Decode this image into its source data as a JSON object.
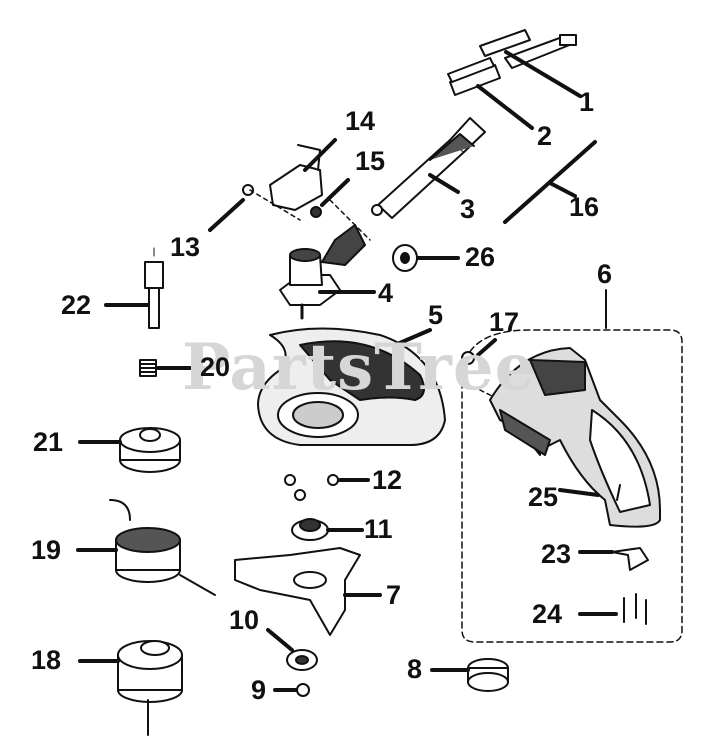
{
  "watermark": "PartsTree",
  "callouts": [
    "1",
    "2",
    "3",
    "4",
    "5",
    "6",
    "7",
    "8",
    "9",
    "10",
    "11",
    "12",
    "13",
    "14",
    "15",
    "16",
    "17",
    "18",
    "19",
    "20",
    "21",
    "22",
    "23",
    "24",
    "25",
    "26"
  ]
}
